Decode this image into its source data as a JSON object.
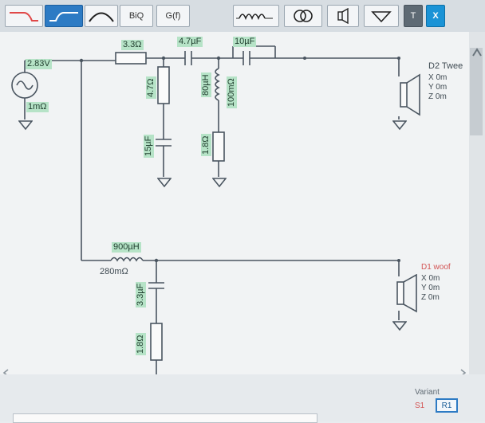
{
  "toolbar": {
    "biq_label": "BiQ",
    "gf_label": "G(f)",
    "t_label": "T",
    "x_label": "X"
  },
  "schematic": {
    "source": {
      "voltage": "2.83V",
      "resistance": "1mΩ"
    },
    "r_series": "3.3Ω",
    "r_shunt": "4.7Ω",
    "c_shunt": "15µF",
    "c_series1": "4.7µF",
    "l_tweeter": "80µH",
    "l_tweeter_r": "100mΩ",
    "r_tweeter": "1.8Ω",
    "c_series2": "10µF",
    "tweeter": {
      "name": "D2 Twee",
      "x": "X 0m",
      "y": "Y 0m",
      "z": "Z 0m"
    },
    "l_woofer": "900µH",
    "l_woofer_r": "280mΩ",
    "c_woofer": "3.3µF",
    "r_woofer": "1.8Ω",
    "woofer": {
      "name": "D1 woof",
      "x": "X 0m",
      "y": "Y 0m",
      "z": "Z 0m"
    }
  },
  "footer": {
    "variant_label": "Variant",
    "variant_s1": "S1",
    "variant_r1": "R1"
  }
}
